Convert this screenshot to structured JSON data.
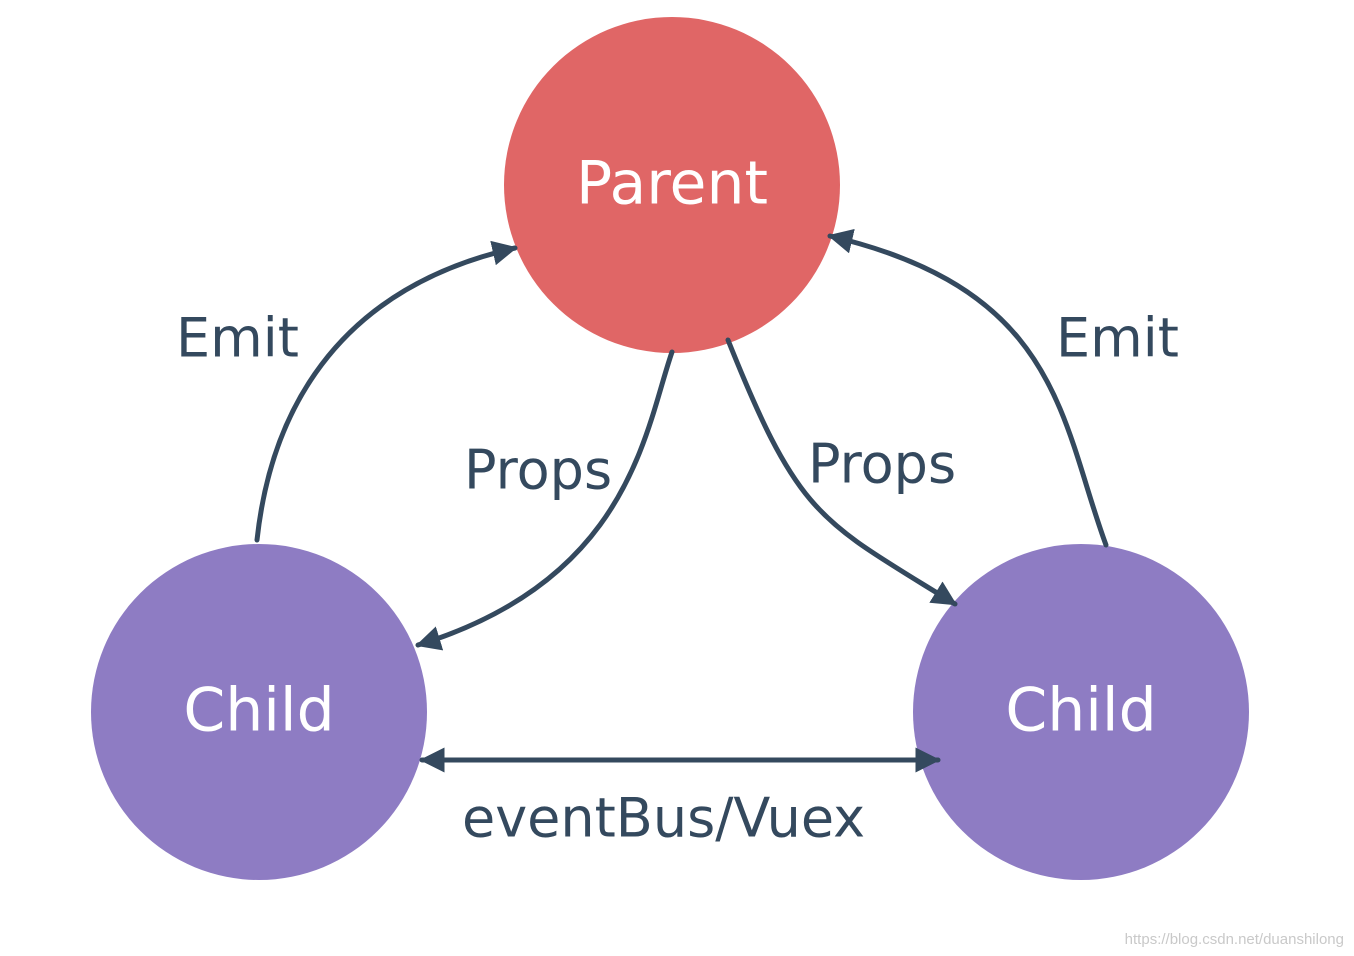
{
  "nodes": {
    "parent": {
      "label": "Parent",
      "color": "#e06666"
    },
    "child_left": {
      "label": "Child",
      "color": "#8e7cc3"
    },
    "child_right": {
      "label": "Child",
      "color": "#8e7cc3"
    }
  },
  "edges": {
    "emit_left": {
      "label": "Emit",
      "from": "child_left",
      "to": "parent"
    },
    "emit_right": {
      "label": "Emit",
      "from": "child_right",
      "to": "parent"
    },
    "props_left": {
      "label": "Props",
      "from": "parent",
      "to": "child_left"
    },
    "props_right": {
      "label": "Props",
      "from": "parent",
      "to": "child_right"
    },
    "bus": {
      "label": "eventBus/Vuex",
      "from": "child_left",
      "to": "child_right",
      "bidirectional": true
    }
  },
  "colors": {
    "edge": "#34495e",
    "label": "#34495e"
  },
  "watermark": "https://blog.csdn.net/duanshilong"
}
